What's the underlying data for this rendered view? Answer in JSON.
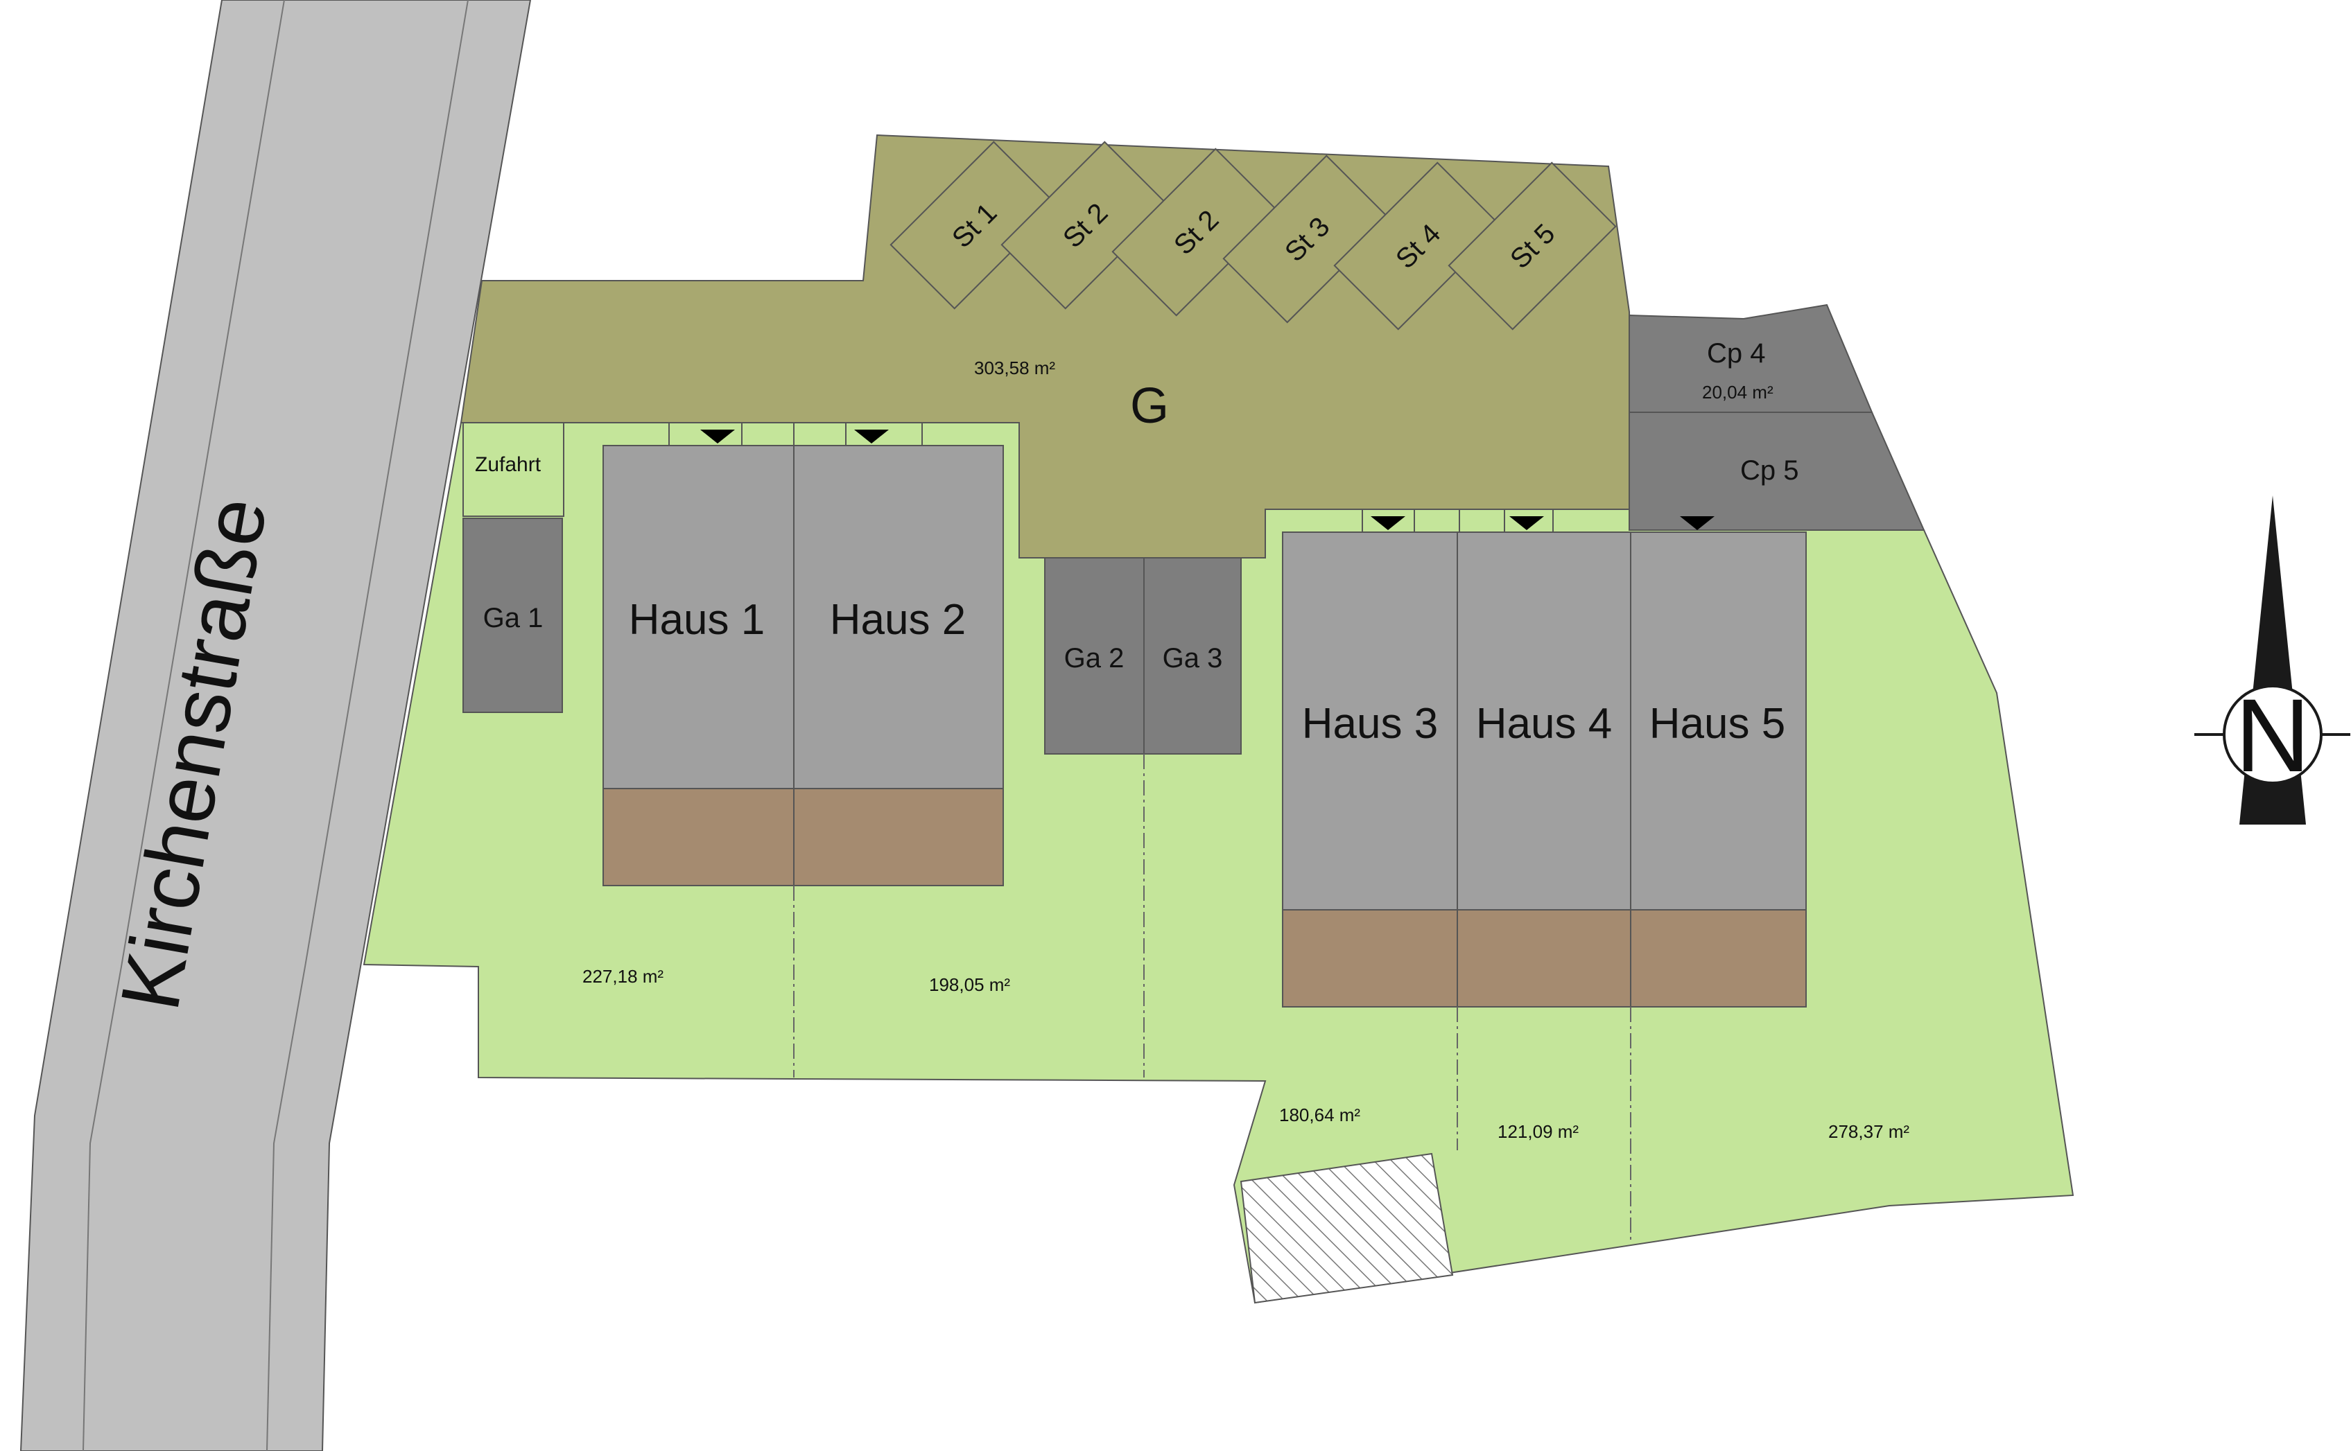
{
  "street": {
    "name": "Kirchenstraße"
  },
  "colors": {
    "street": "#c0c0c0",
    "garden": "#c4e59a",
    "common_area": "#a8a870",
    "house": "#a0a0a0",
    "terrace": "#a58b70",
    "garage": "#7e7e7e",
    "parking": "#a8a870",
    "north_arrow": "#1a1a1a"
  },
  "common_area": {
    "label": "G",
    "area": "303,58 m²"
  },
  "parking_spaces": [
    {
      "label": "St 1"
    },
    {
      "label": "St 2"
    },
    {
      "label": "St 2"
    },
    {
      "label": "St 3"
    },
    {
      "label": "St 4"
    },
    {
      "label": "St 5"
    }
  ],
  "carports": [
    {
      "label": "Cp 4",
      "area": "20,04 m²"
    },
    {
      "label": "Cp 5"
    }
  ],
  "access": {
    "label": "Zufahrt"
  },
  "garages": [
    {
      "label": "Ga 1"
    },
    {
      "label": "Ga 2"
    },
    {
      "label": "Ga 3"
    }
  ],
  "houses": [
    {
      "label": "Haus 1",
      "area": "227,18 m²"
    },
    {
      "label": "Haus 2",
      "area": "198,05 m²"
    },
    {
      "label": "Haus 3",
      "area": "180,64 m²"
    },
    {
      "label": "Haus 4",
      "area": "121,09 m²"
    },
    {
      "label": "Haus 5",
      "area": "278,37 m²"
    }
  ],
  "north_arrow": {
    "letter": "N",
    "icon": "north-arrow-icon"
  }
}
